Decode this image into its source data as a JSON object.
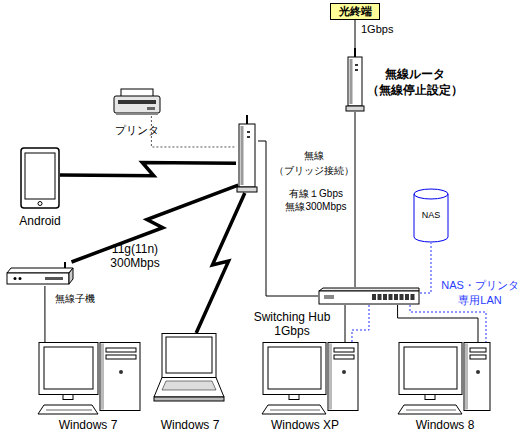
{
  "diagram": {
    "nodes": [
      {
        "text": [
          "光終端"
        ]
      },
      {
        "text": [
          "無線ルータ （無線停止設定）"
        ]
      },
      {
        "text": [
          "プリンタ"
        ]
      },
      {
        "text": [
          "無線 （ブリッジ接続）",
          "有線１Gbps 無線300Mbps"
        ]
      },
      {
        "text": [
          "Android"
        ]
      },
      {
        "text": [
          "無線子機"
        ]
      },
      {
        "text": [
          "NAS"
        ]
      },
      {
        "text": [
          "Switching Hub 1Gbps"
        ]
      },
      {
        "text": [
          "Windows 7"
        ]
      },
      {
        "text": [
          "Windows 7"
        ]
      },
      {
        "text": [
          "Windows XP"
        ]
      },
      {
        "text": [
          "Windows 8"
        ]
      }
    ],
    "edges": [
      {
        "from": 0,
        "to": 1,
        "label": "1Gbps",
        "arrow": "none"
      },
      {
        "from": 1,
        "to": 7,
        "arrow": "none"
      },
      {
        "from": 3,
        "to": 7,
        "arrow": "none"
      },
      {
        "from": 2,
        "to": 3,
        "arrow": "none"
      },
      {
        "from": 3,
        "to": 4,
        "arrow": "none"
      },
      {
        "from": 3,
        "to": 5,
        "label": "11g(11n) 300Mbps",
        "arrow": "none"
      },
      {
        "from": 3,
        "to": 9,
        "arrow": "none"
      },
      {
        "from": 5,
        "to": 8,
        "arrow": "none"
      },
      {
        "from": 7,
        "to": 10,
        "arrow": "none"
      },
      {
        "from": 7,
        "to": 11,
        "arrow": "none"
      },
      {
        "from": 7,
        "to": 6,
        "arrow": "none"
      },
      {
        "from": 7,
        "to": 10,
        "arrow": "none"
      },
      {
        "from": 7,
        "to": 11,
        "arrow": "none"
      }
    ],
    "labels": [
      "NAS・プリンタ 専用LAN"
    ]
  }
}
